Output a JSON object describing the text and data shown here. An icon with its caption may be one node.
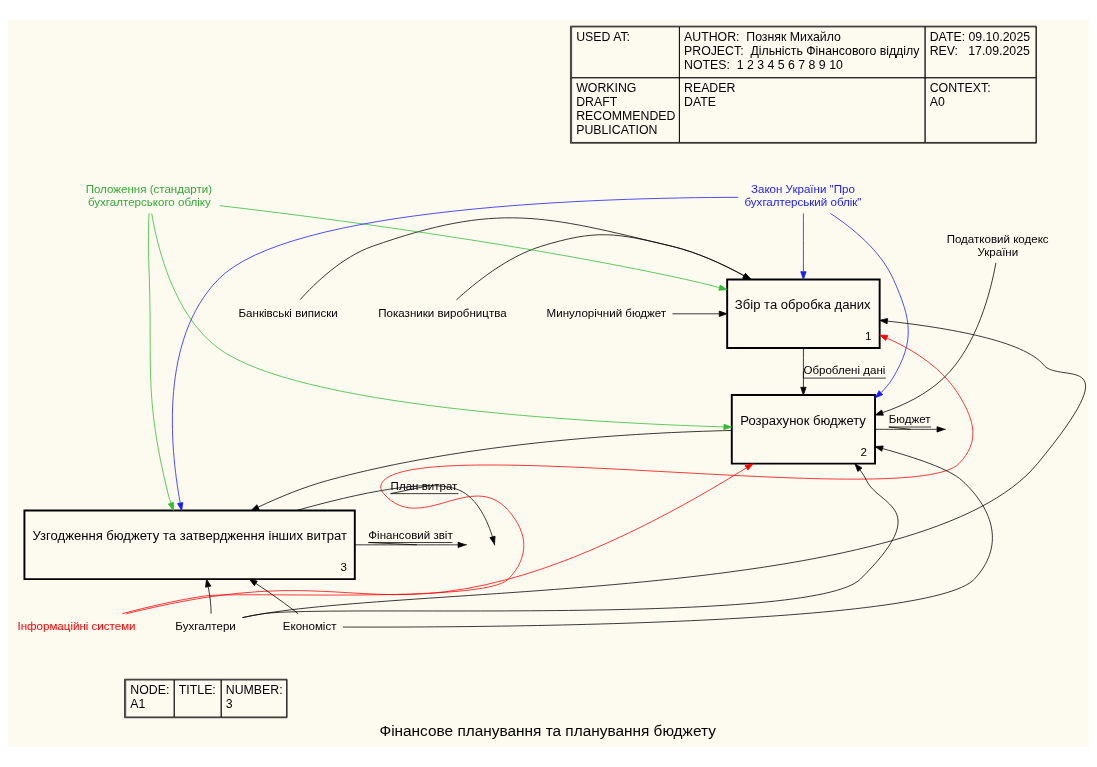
{
  "diagram": {
    "title": "Фінансове планування та планування бюджету",
    "nodes": [
      {
        "text": [
          "Збір та обробка даних",
          "1"
        ]
      },
      {
        "text": [
          "Розрахунок бюджету",
          "2"
        ]
      },
      {
        "text": [
          "Узгодження бюджету та затвердження інших витрат",
          "3"
        ]
      },
      {
        "text": [
          "Показники виробництва"
        ]
      },
      {
        "text": [
          "Минулорічний бюджет"
        ]
      },
      {
        "text": [
          "Банківські виписки"
        ]
      },
      {
        "text": [
          "Положення (стандарти) бухгалтерського обліку"
        ]
      },
      {
        "text": [
          "Податковий кодекс України"
        ]
      },
      {
        "text": [
          "Закон України \"Про бухгалтерський облік\""
        ]
      },
      {
        "text": [
          "Інформаційні системи"
        ]
      },
      {
        "text": [
          "Бухгалтери"
        ]
      },
      {
        "text": [
          "Економіст"
        ]
      }
    ],
    "edges": [
      {
        "from": 3,
        "to": 0,
        "arrow": "to"
      },
      {
        "from": 4,
        "to": 0,
        "arrow": "to"
      },
      {
        "from": 5,
        "to": 0,
        "arrow": "to"
      },
      {
        "from": 6,
        "to": 0,
        "arrow": "to",
        "color": "#33bb33"
      },
      {
        "from": 6,
        "to": 1,
        "arrow": "to",
        "color": "#33bb33"
      },
      {
        "from": 6,
        "to": 2,
        "arrow": "to",
        "color": "#33bb33"
      },
      {
        "from": 7,
        "to": 1,
        "arrow": "to"
      },
      {
        "from": 8,
        "to": 0,
        "arrow": "to",
        "color": "#1a1aff"
      },
      {
        "from": 8,
        "to": 1,
        "arrow": "to",
        "color": "#1a1aff"
      },
      {
        "from": 8,
        "to": 2,
        "arrow": "to",
        "color": "#1a1aff"
      },
      {
        "from": 0,
        "to": 1,
        "arrow": "to",
        "label": "Оброблені дані"
      },
      {
        "from": 1,
        "to": null,
        "arrow": "to",
        "label": "Бюджет"
      },
      {
        "from": 1,
        "to": 2,
        "arrow": "to"
      },
      {
        "from": 2,
        "to": null,
        "arrow": "to",
        "label": "План витрат"
      },
      {
        "from": 2,
        "to": null,
        "arrow": "to",
        "label": "Фінансовий звіт"
      },
      {
        "from": 9,
        "to": 0,
        "arrow": "to",
        "color": "#ff0000"
      },
      {
        "from": 9,
        "to": 1,
        "arrow": "to",
        "color": "#ff0000"
      },
      {
        "from": 10,
        "to": 0,
        "arrow": "to"
      },
      {
        "from": 10,
        "to": 1,
        "arrow": "to"
      },
      {
        "from": 10,
        "to": 2,
        "arrow": "to"
      },
      {
        "from": 11,
        "to": 1,
        "arrow": "to"
      },
      {
        "from": 11,
        "to": 2,
        "arrow": "to"
      }
    ],
    "labels": [
      "USED AT:",
      "AUTHOR:  Позняк Михайло",
      "PROJECT:  Дільність Фінансового відділу",
      "NOTES:  1 2 3 4 5 6 7 8 9 10",
      "DATE: 09.10.2025",
      "REV:   17.09.2025",
      "WORKING",
      "DRAFT",
      "RECOMMENDED",
      "PUBLICATION",
      "READER",
      "DATE",
      "CONTEXT:",
      "A0",
      "NODE:",
      "A1",
      "TITLE:",
      "NUMBER:",
      "3"
    ]
  }
}
